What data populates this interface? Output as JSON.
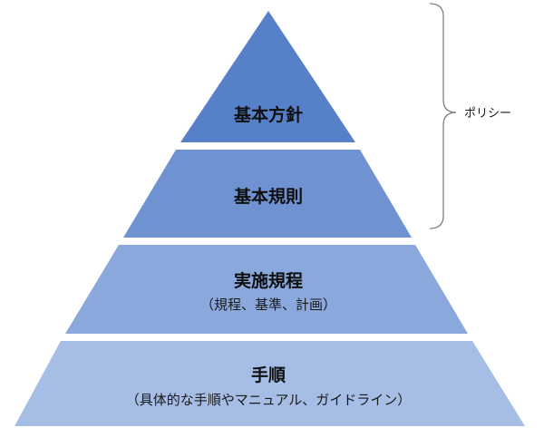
{
  "tiers": [
    {
      "title": "基本方針",
      "subtitle": "",
      "color": "#5680c8"
    },
    {
      "title": "基本規則",
      "subtitle": "",
      "color": "#6e92d2"
    },
    {
      "title": "実施規程",
      "subtitle": "（規程、基準、計画）",
      "color": "#8aa8dc"
    },
    {
      "title": "手順",
      "subtitle": "（具体的な手順やマニュアル、ガイドライン）",
      "color": "#a6bde6"
    }
  ],
  "bracket": {
    "label": "ポリシー",
    "color": "#7f7f7f"
  }
}
